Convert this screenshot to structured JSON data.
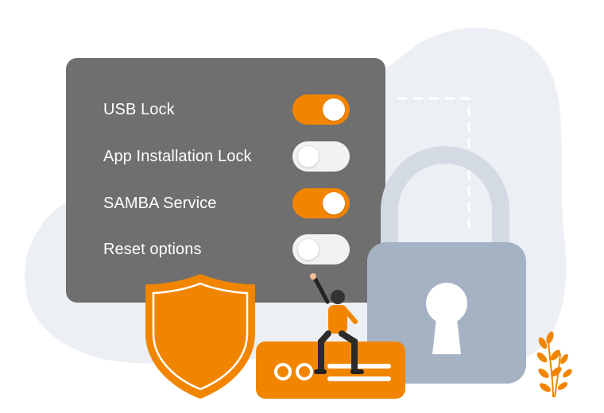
{
  "settings": {
    "items": [
      {
        "label": "USB Lock",
        "state": "on"
      },
      {
        "label": "App Installation Lock",
        "state": "off"
      },
      {
        "label": "SAMBA Service",
        "state": "on"
      },
      {
        "label": "Reset options",
        "state": "off"
      }
    ]
  },
  "colors": {
    "accent": "#f28500",
    "panel": "#6f6f6f",
    "lock": "#a4b2c4",
    "background_blob": "#eceff4"
  },
  "illustration": {
    "icons": [
      "shield-icon",
      "padlock-icon",
      "password-card-icon",
      "person-figure",
      "plant-icon"
    ]
  }
}
